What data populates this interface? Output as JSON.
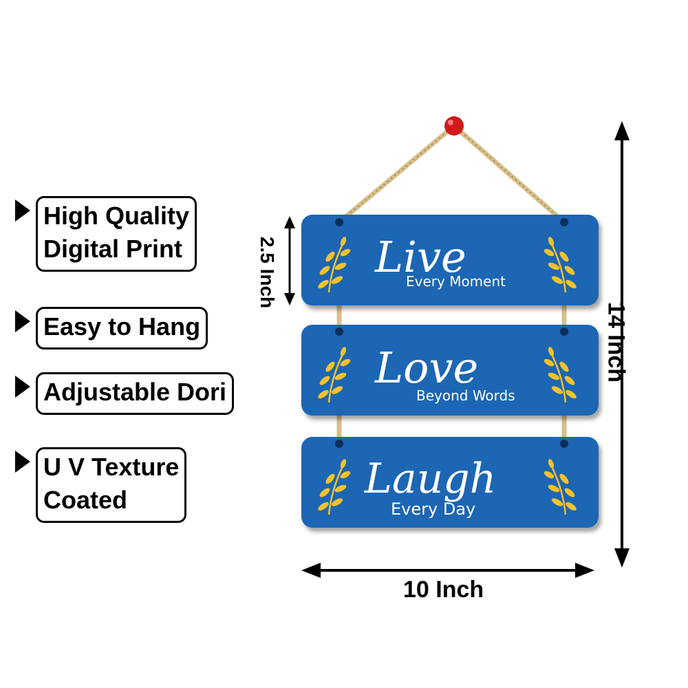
{
  "features": [
    {
      "lines": [
        "High Quality",
        "Digital Print"
      ]
    },
    {
      "lines": [
        "Easy to Hang"
      ]
    },
    {
      "lines": [
        "Adjustable Dori"
      ]
    },
    {
      "lines": [
        "U V Texture",
        "Coated"
      ]
    }
  ],
  "boards": [
    {
      "big": "Live",
      "small": "Every Moment"
    },
    {
      "big": "Love",
      "small": "Beyond Words"
    },
    {
      "big": "Laugh",
      "small": "Every Day"
    }
  ],
  "dimensions": {
    "width": "10 Inch",
    "height": "14 Inch",
    "board_height": "2.5 Inch"
  },
  "colors": {
    "board_blue": "#1f66b3",
    "leaf_yellow": "#f2c22c",
    "rope": "#d9c08a",
    "pin_red": "#d21a1a"
  }
}
